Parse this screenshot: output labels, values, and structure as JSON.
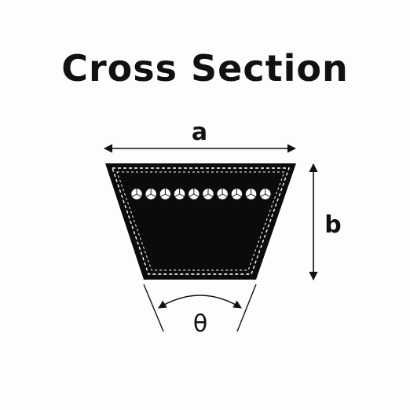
{
  "title": "Cross Section",
  "labels": {
    "width": "a",
    "height": "b",
    "angle": "θ"
  },
  "colors": {
    "belt": "#0b0b0b",
    "stroke": "#111111",
    "background": "#fdfdfb"
  },
  "cord_count": 10
}
